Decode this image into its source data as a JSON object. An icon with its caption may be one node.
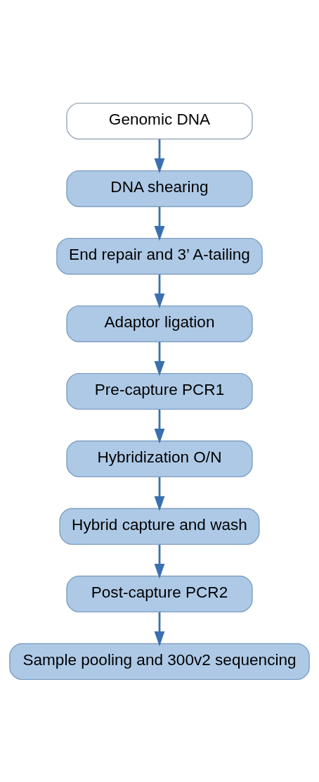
{
  "diagram": {
    "nodes": [
      {
        "text": [
          "Genomic DNA"
        ]
      },
      {
        "text": [
          "DNA shearing"
        ]
      },
      {
        "text": [
          "End repair and 3’ A-tailing"
        ]
      },
      {
        "text": [
          "Adaptor ligation"
        ]
      },
      {
        "text": [
          "Pre-capture PCR1"
        ]
      },
      {
        "text": [
          "Hybridization O/N"
        ]
      },
      {
        "text": [
          "Hybrid capture and wash"
        ]
      },
      {
        "text": [
          "Post-capture PCR2"
        ]
      },
      {
        "text": [
          "Sample pooling and 300v2 sequencing"
        ]
      }
    ],
    "edges": [
      {
        "from": 0,
        "to": 1,
        "arrow": "to"
      },
      {
        "from": 1,
        "to": 2,
        "arrow": "to"
      },
      {
        "from": 2,
        "to": 3,
        "arrow": "to"
      },
      {
        "from": 3,
        "to": 4,
        "arrow": "to"
      },
      {
        "from": 4,
        "to": 5,
        "arrow": "to"
      },
      {
        "from": 5,
        "to": 6,
        "arrow": "to"
      },
      {
        "from": 6,
        "to": 7,
        "arrow": "to"
      },
      {
        "from": 7,
        "to": 8,
        "arrow": "to"
      }
    ]
  }
}
